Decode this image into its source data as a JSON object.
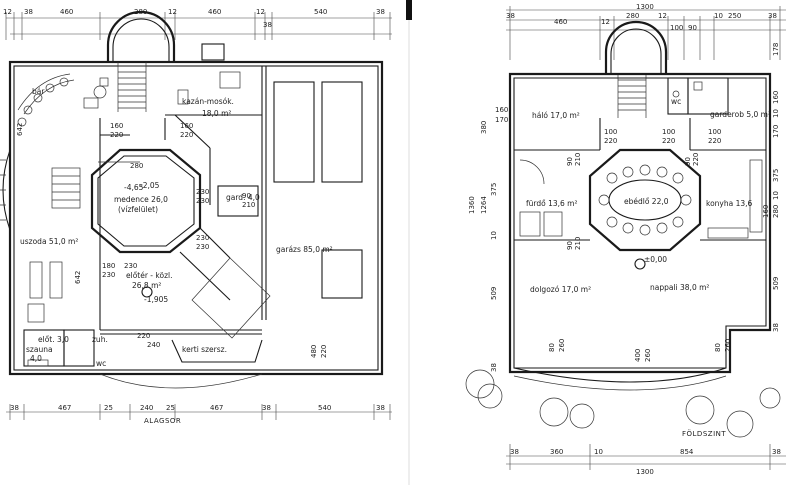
{
  "basement": {
    "title": "ALAGSOR",
    "rooms": {
      "bar": "bár",
      "kazan": "kazán-mosók.",
      "kazan_area": "18,0 m²",
      "medence": "medence 26,0",
      "medence_sub": "(vízfelület)",
      "level_a": "-4,65",
      "level_b": "-2,05",
      "uszoda": "uszoda 51,0 m²",
      "gard": "gard. 4,0",
      "garazs": "garázs 85,0 m²",
      "eloter": "előtér - közl.",
      "eloter_area": "26,8 m²",
      "level_c": "-1,905",
      "szauna": "szauna",
      "szauna_area": "4,0",
      "eloter2": "előt. 3,0",
      "zuh": "zuh.",
      "wc": "wc",
      "kerti": "kerti szersz."
    },
    "dims_top": [
      "12",
      "38",
      "460",
      "280",
      "12",
      "460",
      "12",
      "38",
      "540",
      "38"
    ],
    "dims_bottom": [
      "38",
      "467",
      "25",
      "240",
      "25",
      "467",
      "38",
      "540",
      "38"
    ],
    "dims_left": [
      "642",
      "642"
    ],
    "dims_inner": [
      "160",
      "220",
      "160",
      "220",
      "280",
      "230",
      "230",
      "230",
      "230",
      "90",
      "210",
      "180",
      "230",
      "230",
      "220",
      "240",
      "480",
      "220"
    ]
  },
  "ground": {
    "title": "FÖLDSZINT",
    "rooms": {
      "halo": "háló 17,0 m²",
      "garderob": "garderob 5,0 m²",
      "furdo": "fürdő 13,6 m²",
      "ebedlo": "ebédlő 22,0",
      "konyha": "konyha 13,6",
      "dolgozo": "dolgozó 17,0 m²",
      "nappali": "nappali 38,0 m²",
      "level": "±0,00",
      "wc": "wc"
    },
    "dims_top": [
      "1300",
      "38",
      "460",
      "12",
      "280",
      "12",
      "100",
      "90",
      "10",
      "250",
      "38"
    ],
    "dims_bottom": [
      "38",
      "360",
      "10",
      "854",
      "38",
      "1300"
    ],
    "dims_left": [
      "1360",
      "380",
      "1264",
      "375",
      "10",
      "509",
      "38"
    ],
    "dims_right": [
      "178",
      "160",
      "10",
      "170",
      "375",
      "10",
      "160",
      "280",
      "509",
      "38"
    ],
    "dims_inner": [
      "160",
      "170",
      "100",
      "220",
      "100",
      "220",
      "90",
      "210",
      "90",
      "210",
      "90",
      "220",
      "100",
      "220",
      "80",
      "260",
      "400",
      "260",
      "80",
      "260"
    ]
  }
}
